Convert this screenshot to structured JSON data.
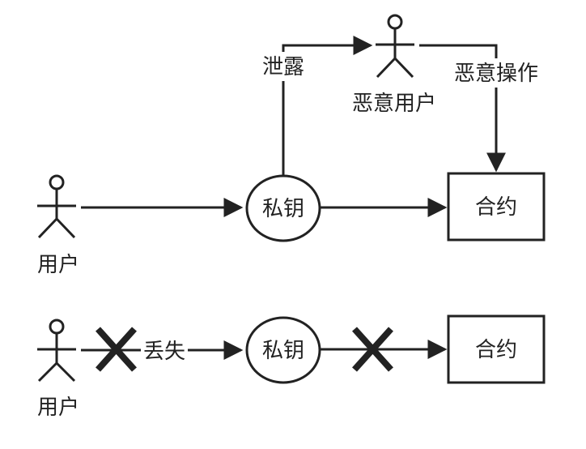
{
  "top_flow": {
    "user_label": "用户",
    "key_label": "私钥",
    "contract_label": "合约",
    "attacker_label": "恶意用户",
    "leak_label": "泄露",
    "malicious_op_label": "恶意操作"
  },
  "bottom_flow": {
    "user_label": "用户",
    "lost_label": "丢失",
    "key_label": "私钥",
    "contract_label": "合约"
  }
}
